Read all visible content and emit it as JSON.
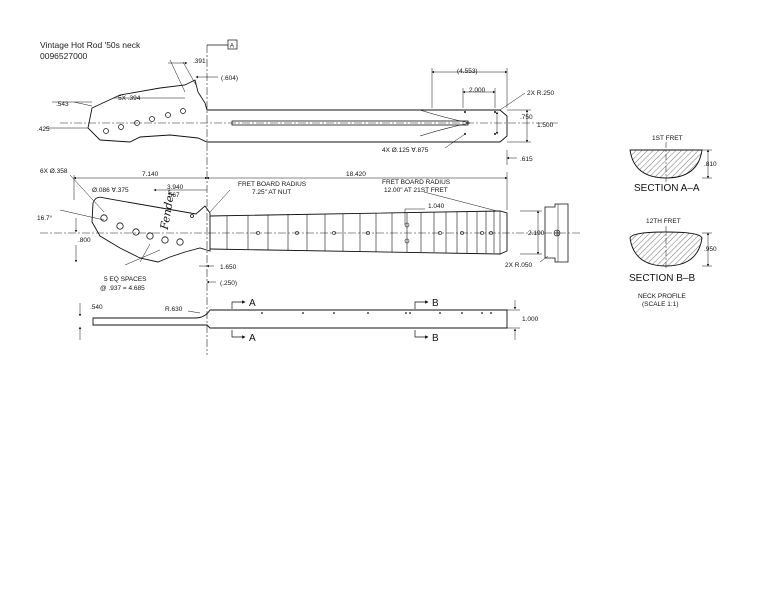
{
  "title": {
    "line1": "Vintage Hot Rod '50s neck",
    "line2": "0096527000"
  },
  "datum": "A",
  "dims": {
    "d_391": ".391",
    "d_604": "(.604)",
    "d_543": ".543",
    "d_5x394": "5X .394",
    "d_425": ".425",
    "d_4553": "(4.553)",
    "d_2000": "2.000",
    "d_2xr250": "2X R.250",
    "d_750": ".750",
    "d_1500": "1.500",
    "d_4x125": "4X Ø.125 ∀.875",
    "d_615": ".615",
    "d_6x358": "6X Ø.358",
    "d_7140": "7.140",
    "d_18420": "18.420",
    "d_086": "Ø.086 ∀.375",
    "d_3940": "3.940",
    "d_567": ".567",
    "d_167": "16.7°",
    "d_800": ".800",
    "d_1040": "1.040",
    "d_2190": "2.190",
    "d_2xr050": "2X R.050",
    "d_1650": "1.650",
    "d_250": "(.250)",
    "d_540": ".540",
    "d_r630": "R.630",
    "d_1000": "1.000"
  },
  "notes": {
    "fb_nut_1": "FRET BOARD RADIUS",
    "fb_nut_2": "7.25\" AT NUT",
    "fb_21_1": "FRET BOARD RADIUS",
    "fb_21_2": "12.00\" AT 21ST FRET",
    "eq_1": "5 EQ SPACES",
    "eq_2": "@ .937 = 4.685"
  },
  "logo_text": "Fender",
  "section_markers": {
    "a": "A",
    "b": "B"
  },
  "sections": {
    "a_label": "1ST FRET",
    "a_dim": ".810",
    "a_title": "SECTION  A–A",
    "b_label": "12TH FRET",
    "b_dim": ".950",
    "b_title": "SECTION  B–B",
    "profile_1": "NECK PROFILE",
    "profile_2": "(SCALE 1:1)"
  }
}
